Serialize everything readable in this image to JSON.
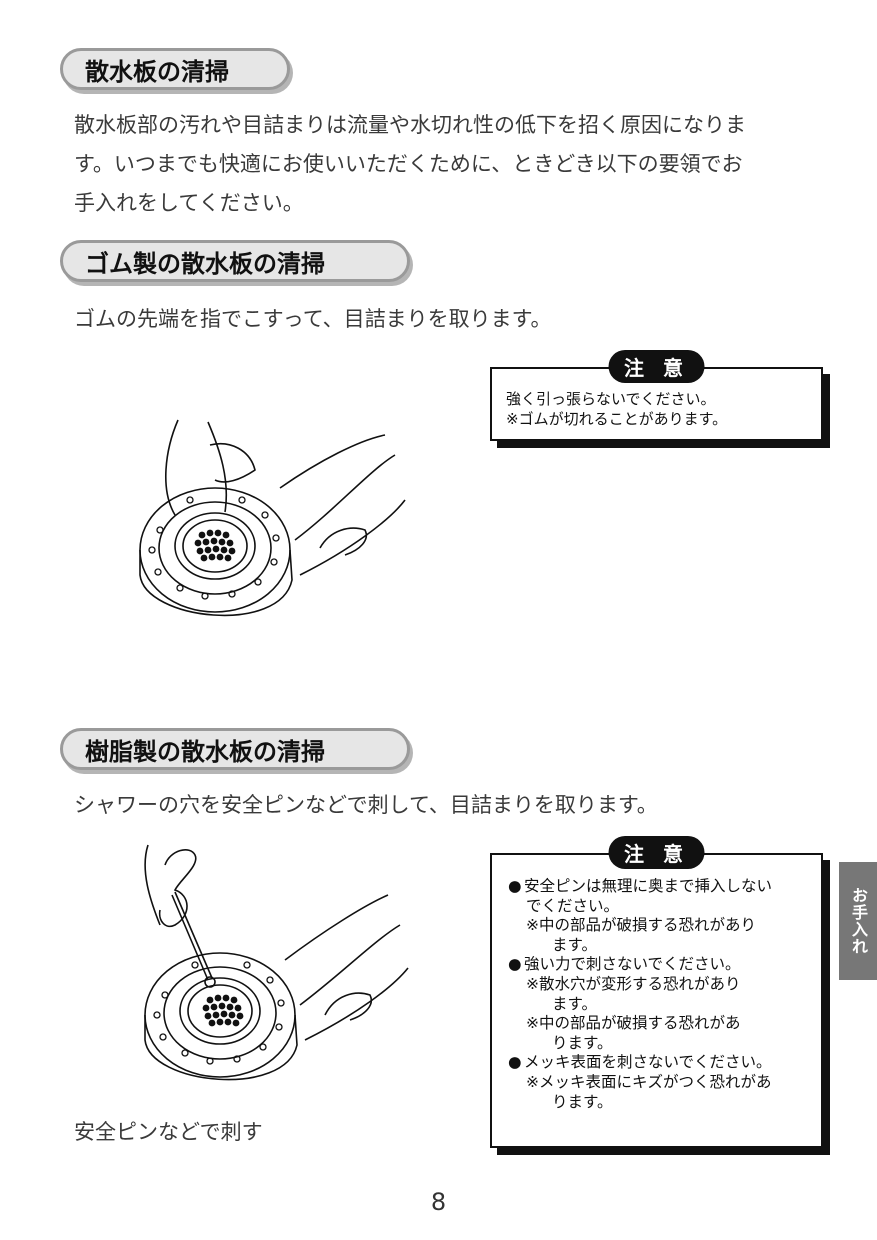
{
  "section1": {
    "title": "散水板の清掃",
    "lines": [
      "散水板部の汚れや目詰まりは流量や水切れ性の低下を招く原因になりま",
      "す。いつまでも快適にお使いいただくために、ときどき以下の要領でお",
      "手入れをしてください。"
    ]
  },
  "section2": {
    "title": "ゴム製の散水板の清掃",
    "text": "ゴムの先端を指でこすって、目詰まりを取ります。",
    "caution": {
      "label": "注 意",
      "line1": "強く引っ張らないでください。",
      "line2": "※ゴムが切れることがあります。"
    }
  },
  "section3": {
    "title": "樹脂製の散水板の清掃",
    "text": "シャワーの穴を安全ピンなどで刺して、目詰まりを取ります。",
    "caption": "安全ピンなどで刺す",
    "caution": {
      "label": "注 意",
      "b1a": "安全ピンは無理に奥まで挿入しない",
      "b1b": "でください。",
      "n1a": "※中の部品が破損する恐れがあり",
      "n1b": "ます。",
      "b2": "強い力で刺さないでください。",
      "n2a": "※散水穴が変形する恐れがあり",
      "n2b": "ます。",
      "n3a": "※中の部品が破損する恐れがあ",
      "n3b": "ります。",
      "b3": "メッキ表面を刺さないでください。",
      "n4a": "※メッキ表面にキズがつく恐れがあ",
      "n4b": "ります。"
    }
  },
  "side_tab": "お手入れ",
  "page_number": "8",
  "icons": [
    "shower-head-finger-illustration",
    "shower-head-pin-illustration"
  ]
}
